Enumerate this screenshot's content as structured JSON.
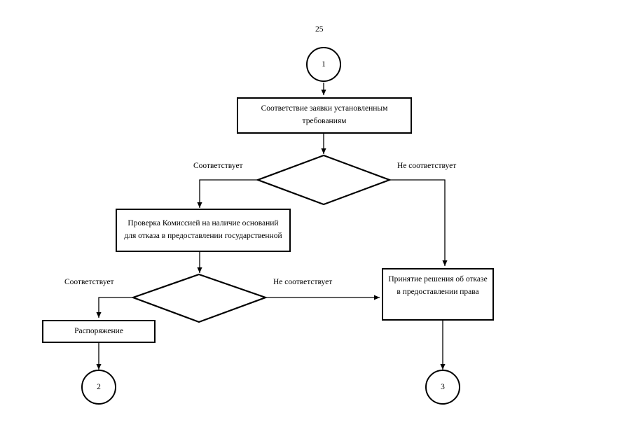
{
  "document": {
    "page_number": "25",
    "type": "flowchart"
  },
  "nodes": {
    "connector_start": {
      "label": "1"
    },
    "box_compliance_check": {
      "label": "Соответствие заявки установленным требованиям"
    },
    "decision_compliance": {
      "label": ""
    },
    "box_commission_check": {
      "label": "Проверка Комиссией на наличие оснований для отказа в предоставлении государственной"
    },
    "decision_commission": {
      "label": ""
    },
    "box_order": {
      "label": "Распоряжение"
    },
    "box_refusal_decision": {
      "label": "Принятие решения об отказе в предоставлении права"
    },
    "connector_end_left": {
      "label": "2"
    },
    "connector_end_right": {
      "label": "3"
    }
  },
  "edge_labels": {
    "decision1_yes": "Соответствует",
    "decision1_no": "Не соответствует",
    "decision2_yes": "Соответствует",
    "decision2_no": "Не соответствует"
  },
  "colors": {
    "stroke": "#000000",
    "fill": "#ffffff",
    "text": "#000000"
  }
}
